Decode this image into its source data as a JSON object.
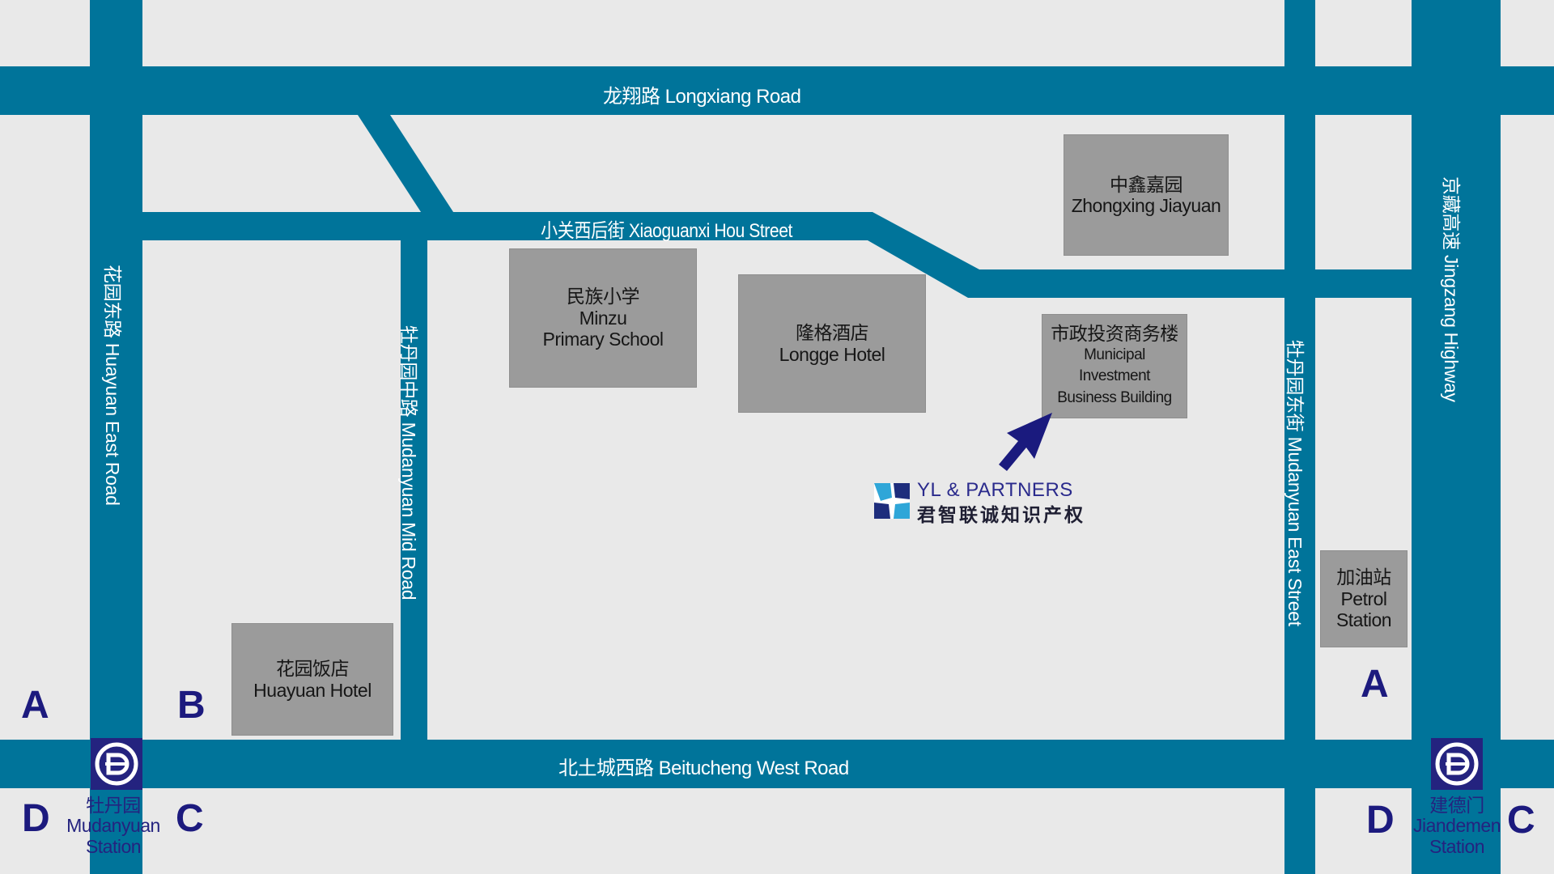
{
  "colors": {
    "background": "#e9e9e9",
    "road": "#00749a",
    "building": "#9b9b9b",
    "exit_letter": "#1c1a7e",
    "metro": "#24237f",
    "arrow": "#1a1a7e"
  },
  "roads": {
    "longxiang": "龙翔路 Longxiang Road",
    "xiaoguanxi": "小关西后街 Xiaoguanxi Hou Street",
    "beitucheng": "北土城西路 Beitucheng West Road",
    "huayuan_east": "花园东路 Huayuan East Road",
    "mudanyuan_mid": "牡丹园中路 Mudanyuan Mid Road",
    "mudanyuan_east": "牡丹园东街 Mudanyuan East Street",
    "jingzang": "京藏高速 Jingzang Highway"
  },
  "buildings": {
    "zhongxing": {
      "cn": "中鑫嘉园",
      "en": "Zhongxing Jiayuan"
    },
    "minzu": {
      "cn": "民族小学",
      "en1": "Minzu",
      "en2": "Primary School"
    },
    "longge": {
      "cn": "隆格酒店",
      "en": "Longge Hotel"
    },
    "municipal": {
      "cn": "市政投资商务楼",
      "en1": "Municipal",
      "en2": "Investment",
      "en3": "Business Building"
    },
    "huayuan_hotel": {
      "cn": "花园饭店",
      "en": "Huayuan Hotel"
    },
    "petrol": {
      "cn": "加油站",
      "en1": "Petrol",
      "en2": "Station"
    }
  },
  "stations": {
    "mudanyuan": {
      "cn": "牡丹园",
      "en1": "Mudanyuan",
      "en2": "Station",
      "icon": "metro-icon"
    },
    "jiandemen": {
      "cn": "建德门",
      "en1": "Jiandemen",
      "en2": "Station",
      "icon": "metro-icon"
    }
  },
  "exits": {
    "left_a": "A",
    "left_b": "B",
    "left_c": "C",
    "left_d": "D",
    "right_a": "A",
    "right_c": "C",
    "right_d": "D"
  },
  "logo": {
    "name": "YL & PARTNERS",
    "cn": "君智联诚知识产权",
    "icon": "yl-partners-logo-icon"
  },
  "pointer": {
    "icon": "arrow-icon"
  }
}
